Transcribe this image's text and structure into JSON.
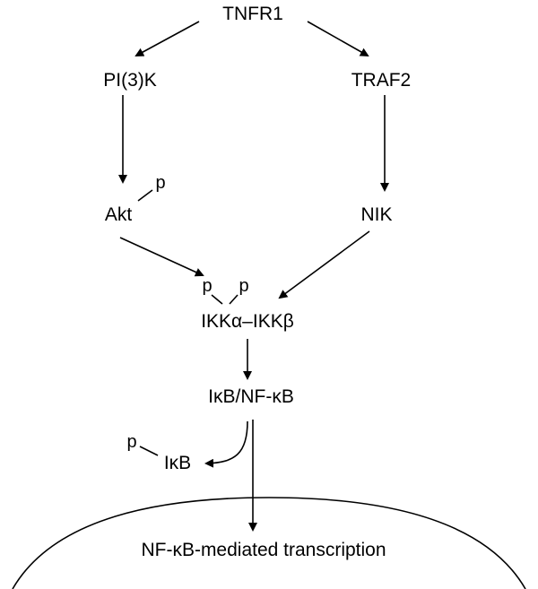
{
  "nodes": {
    "tnfr1": "TNFR1",
    "pi3k": "PI(3)K",
    "traf2": "TRAF2",
    "akt": "Akt",
    "nik": "NIK",
    "ikk": "IKKα–IKKβ",
    "ikb_nfkb": "IκB/NF-κB",
    "ikb": "IκB",
    "transcription": "NF-κB-mediated transcription"
  },
  "phospho": {
    "akt_p": "p",
    "ikka_p": "p",
    "ikkb_p": "p",
    "ikb_p": "p"
  },
  "colors": {
    "stroke": "#000000",
    "background": "#ffffff"
  }
}
